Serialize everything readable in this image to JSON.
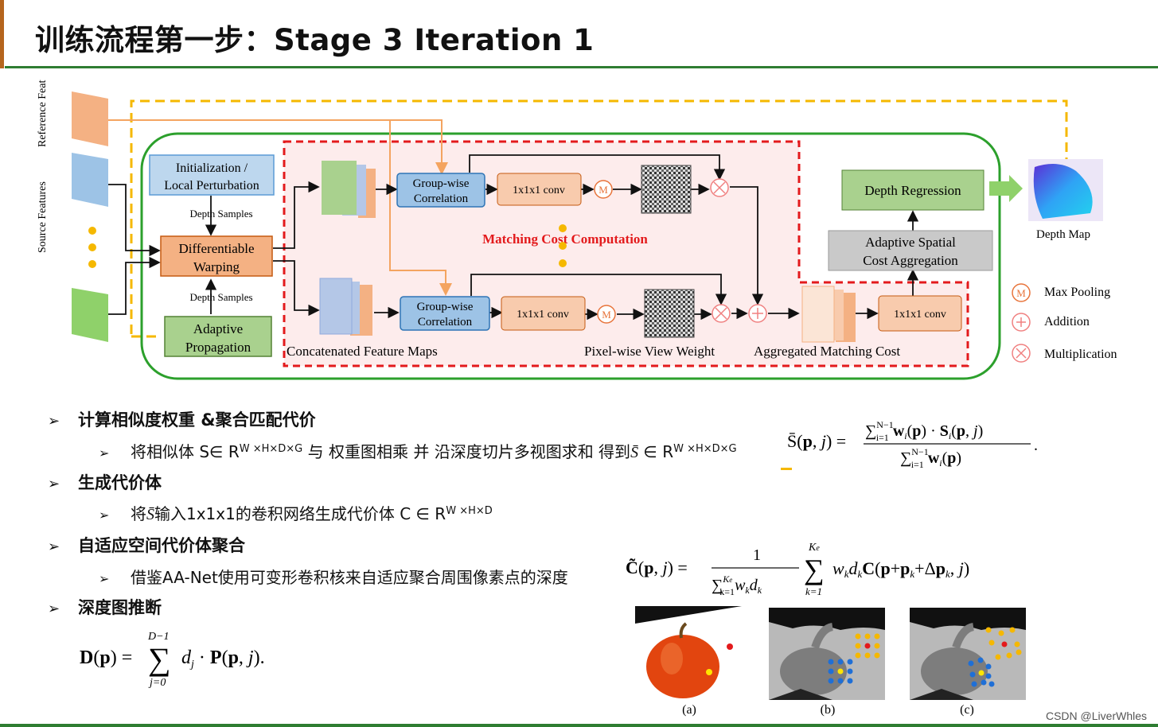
{
  "title": "训练流程第一步：Stage 3 Iteration 1",
  "diagram": {
    "reference_feature": "Reference Feature",
    "source_features": "Source Features",
    "init_box": [
      "Initialization /",
      "Local Perturbation"
    ],
    "depth_samples_1": "Depth Samples",
    "warp_box": [
      "Differentiable",
      "Warping"
    ],
    "depth_samples_2": "Depth Samples",
    "propagation_box": [
      "Adaptive",
      "Propagation"
    ],
    "gwc_top": [
      "Group-wise",
      "Correlation"
    ],
    "gwc_bottom": [
      "Group-wise",
      "Correlation"
    ],
    "conv_top": "1x1x1 conv",
    "conv_bottom": "1x1x1 conv",
    "conv_right": "1x1x1 conv",
    "max_symbol": "M",
    "matching_title": "Matching Cost Computation",
    "concat_label": "Concatenated Feature Maps",
    "view_weight_label": "Pixel-wise View Weight",
    "agg_cost_label": "Aggregated Matching Cost",
    "depth_regression": "Depth Regression",
    "adaptive_agg": [
      "Adaptive Spatial",
      "Cost Aggregation"
    ],
    "depth_map": "Depth Map",
    "legend": {
      "max": "Max Pooling",
      "add": "Addition",
      "mul": "Multiplication"
    },
    "colors": {
      "green": "#2ca02c",
      "red_dashed": "#e31a1c",
      "yellow_dashed": "#f5b800",
      "orange": "#f4b183",
      "blue": "#bdd7ee"
    }
  },
  "bullets": {
    "b1": "计算相似度权重 &聚合匹配代价",
    "b1_sub_a": "将相似体 S∈ R",
    "b1_sub_sup1": "W ×H×D×G",
    "b1_sub_b": " 与 权重图相乘 并 沿深度切片多视图求和 得到",
    "b1_sub_s": "S̄",
    "b1_sub_c": " ∈ R",
    "b1_sub_sup2": "W ×H×D×G",
    "b2": "生成代价体",
    "b2_sub_a": "将",
    "b2_sub_s": "S̄",
    "b2_sub_b": "输入1x1x1的卷积网络生成代价体 C ∈ R",
    "b2_sub_sup": "W ×H×D",
    "b3": "自适应空间代价体聚合",
    "b3_sub": "借鉴AA-Net使用可变形卷积核来自适应聚合周围像素点的深度",
    "b4": "深度图推断"
  },
  "figure_labels": [
    "(a)",
    "(b)",
    "(c)"
  ],
  "watermark": "CSDN @LiverWhles"
}
